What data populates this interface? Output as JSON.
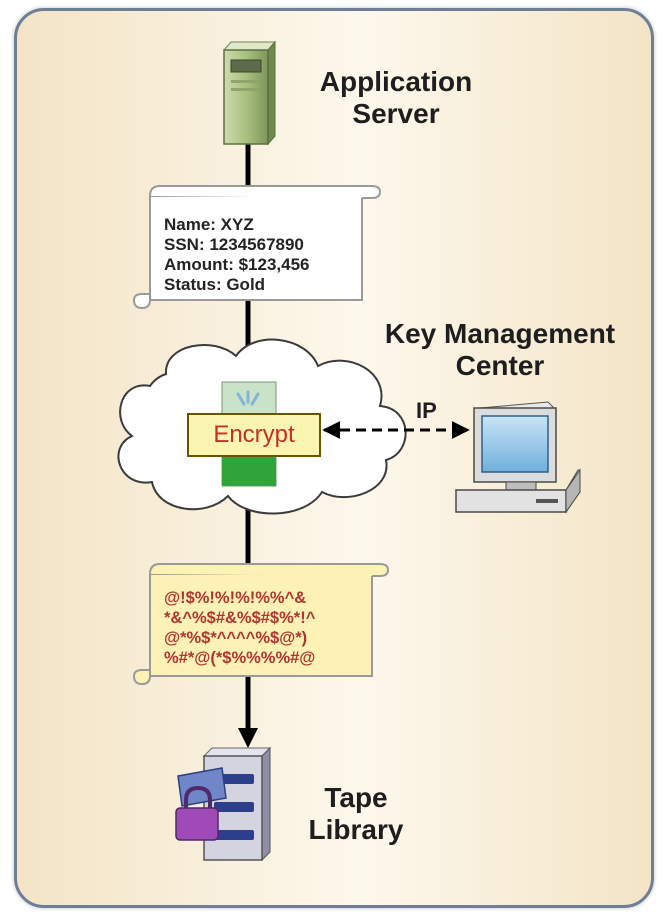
{
  "nodes": {
    "application_server": {
      "label_line1": "Application",
      "label_line2": "Server"
    },
    "key_management_center": {
      "label_line1": "Key Management",
      "label_line2": "Center"
    },
    "tape_library": {
      "label_line1": "Tape",
      "label_line2": "Library"
    }
  },
  "plaintext_record": [
    "Name: XYZ",
    "SSN: 1234567890",
    "Amount: $123,456",
    "Status: Gold"
  ],
  "ciphertext_record": [
    "@!$%!%!%!%%^&",
    "*&^%$#&%$#$%*!^",
    "@*%$*^^^^%$@*)",
    "%#*@(*$%%%%#@"
  ],
  "encrypt_label": "Encrypt",
  "link_label": "IP",
  "colors": {
    "background": "#fbf3e1",
    "border": "#6e7f95",
    "ciphertext": "#b03530",
    "encrypt_box": "#fbf5b2",
    "cloud": "#ffffff"
  }
}
